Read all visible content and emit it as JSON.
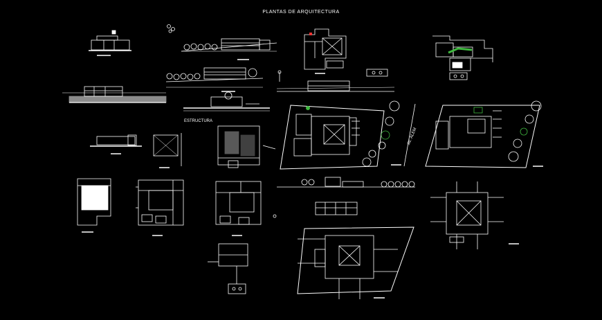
{
  "sheet": {
    "title": "PLANTAS DE ARQUITECTURA",
    "section_label": "ESTRUCTURA",
    "street_label": "AV. ALEM"
  },
  "colors": {
    "background": "#000000",
    "linework": "#ffffff",
    "vegetation": "#3fb83f"
  },
  "drawings": [
    {
      "kind": "elevation"
    },
    {
      "kind": "elevation"
    },
    {
      "kind": "elevation"
    },
    {
      "kind": "elevation"
    },
    {
      "kind": "elevation"
    },
    {
      "kind": "elevation"
    },
    {
      "kind": "floor-plan"
    },
    {
      "kind": "floor-plan"
    },
    {
      "kind": "floor-plan"
    },
    {
      "kind": "site-plan"
    },
    {
      "kind": "site-plan"
    },
    {
      "kind": "site-plan"
    },
    {
      "kind": "roof-plan"
    },
    {
      "kind": "detail"
    }
  ]
}
